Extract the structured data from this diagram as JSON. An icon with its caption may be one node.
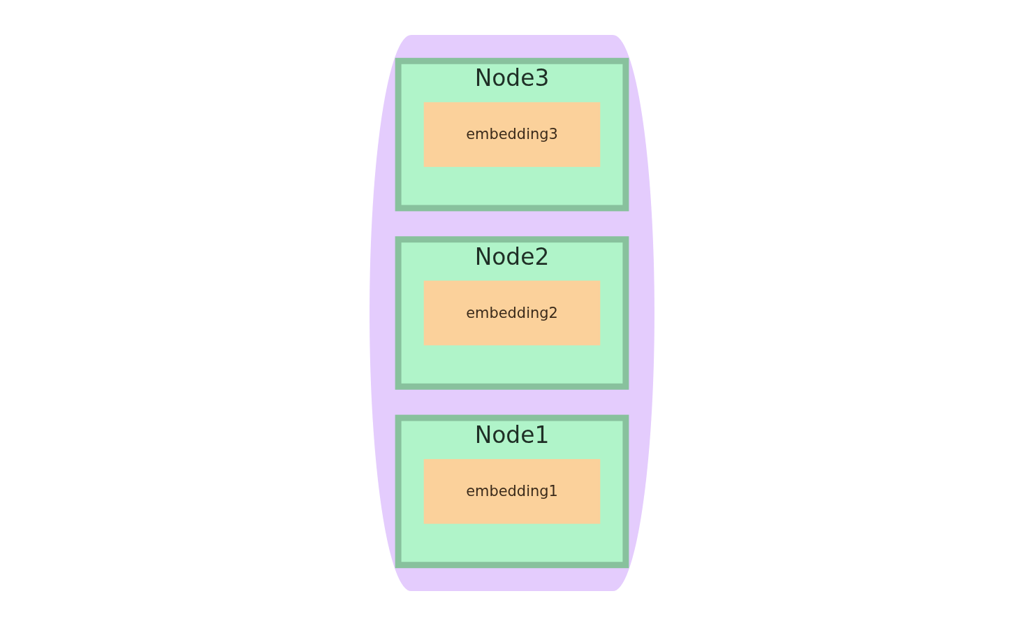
{
  "diagram": {
    "nodes": [
      {
        "text": [],
        "shape": "cylinder"
      },
      {
        "text": [
          "Node1"
        ],
        "in": 0
      },
      {
        "text": [
          "embedding1"
        ],
        "in": 1
      },
      {
        "text": [
          "Node2"
        ],
        "in": 0
      },
      {
        "text": [
          "embedding2"
        ],
        "in": 3
      },
      {
        "text": [
          "Node3"
        ],
        "in": 0
      },
      {
        "text": [
          "embedding3"
        ],
        "in": 5
      }
    ],
    "edges": []
  }
}
